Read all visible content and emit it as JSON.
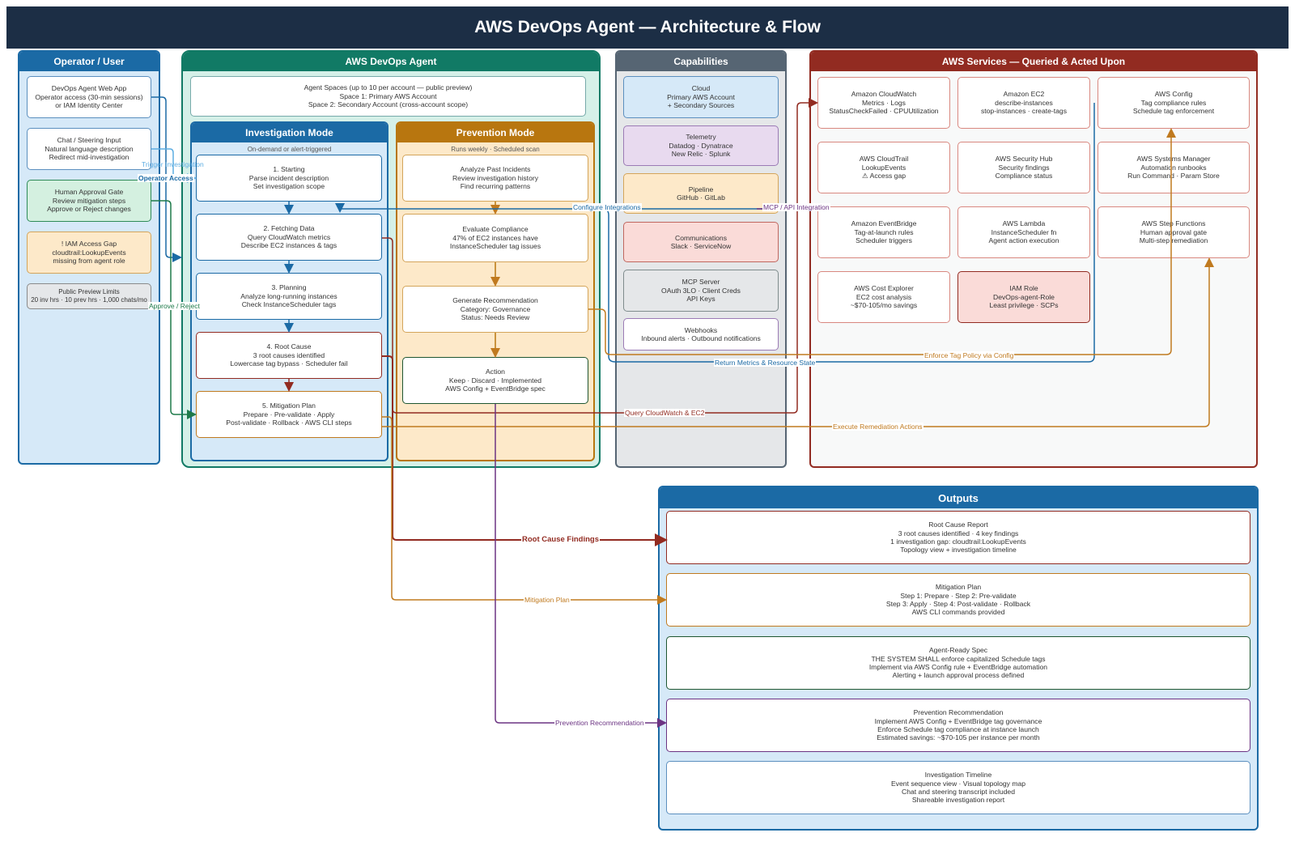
{
  "title": "AWS DevOps Agent — Architecture & Flow",
  "colors": {
    "navy": "#1c2e45",
    "operator_blue": "#1b6aa5",
    "agent_green": "#117a65",
    "prevention_orange": "#b8760f",
    "capabilities_gray": "#566573",
    "services_red": "#922b21",
    "purple": "#6c3483",
    "action_green": "#1e5631"
  },
  "operator": {
    "header": "Operator / User",
    "items": [
      {
        "lines": [
          "DevOps Agent Web App",
          "Operator access (30-min sessions)",
          "or IAM Identity Center"
        ]
      },
      {
        "lines": [
          "Chat / Steering Input",
          "Natural language description",
          "Redirect mid-investigation"
        ]
      },
      {
        "lines": [
          "Human Approval Gate",
          "Review mitigation steps",
          "Approve or Reject changes"
        ]
      },
      {
        "lines": [
          "! IAM Access Gap",
          "cloudtrail:LookupEvents",
          "missing from agent role"
        ]
      },
      {
        "lines": [
          "Public Preview Limits",
          "20 inv hrs · 10 prev hrs · 1,000 chats/mo"
        ]
      }
    ]
  },
  "agent": {
    "header": "AWS DevOps Agent",
    "spaces": {
      "lines": [
        "Agent Spaces (up to 10 per account — public preview)",
        "Space 1: Primary AWS Account",
        "Space 2: Secondary Account (cross-account scope)"
      ]
    },
    "investigation": {
      "header": "Investigation Mode",
      "caption": "On-demand or alert-triggered",
      "steps": [
        {
          "lines": [
            "1. Starting",
            "Parse incident description",
            "Set investigation scope"
          ]
        },
        {
          "lines": [
            "2. Fetching Data",
            "Query CloudWatch metrics",
            "Describe EC2 instances & tags"
          ]
        },
        {
          "lines": [
            "3. Planning",
            "Analyze long-running instances",
            "Check InstanceScheduler tags"
          ]
        },
        {
          "lines": [
            "4. Root Cause",
            "3 root causes identified",
            "Lowercase tag bypass · Scheduler fail"
          ]
        },
        {
          "lines": [
            "5. Mitigation Plan",
            "Prepare · Pre-validate · Apply",
            "Post-validate · Rollback · AWS CLI steps"
          ]
        }
      ]
    },
    "prevention": {
      "header": "Prevention Mode",
      "caption": "Runs weekly · Scheduled scan",
      "steps": [
        {
          "lines": [
            "Analyze Past Incidents",
            "Review investigation history",
            "Find recurring patterns"
          ]
        },
        {
          "lines": [
            "Evaluate Compliance",
            "47% of EC2 instances have",
            "InstanceScheduler tag issues"
          ]
        },
        {
          "lines": [
            "Generate Recommendation",
            "Category: Governance",
            "Status: Needs Review"
          ]
        },
        {
          "lines": [
            "Action",
            "Keep · Discard · Implemented",
            "AWS Config + EventBridge spec"
          ]
        }
      ]
    }
  },
  "capabilities": {
    "header": "Capabilities",
    "items": [
      {
        "lines": [
          "Cloud",
          "Primary AWS Account",
          "+ Secondary Sources"
        ]
      },
      {
        "lines": [
          "Telemetry",
          "Datadog · Dynatrace",
          "New Relic · Splunk"
        ]
      },
      {
        "lines": [
          "Pipeline",
          "GitHub · GitLab"
        ]
      },
      {
        "lines": [
          "Communications",
          "Slack · ServiceNow"
        ]
      },
      {
        "lines": [
          "MCP Server",
          "OAuth 3LO · Client Creds",
          "API Keys"
        ]
      },
      {
        "lines": [
          "Webhooks",
          "Inbound alerts · Outbound notifications"
        ]
      }
    ]
  },
  "services": {
    "header": "AWS Services — Queried & Acted Upon",
    "items": [
      {
        "lines": [
          "Amazon CloudWatch",
          "Metrics · Logs",
          "StatusCheckFailed · CPUUtilization"
        ]
      },
      {
        "lines": [
          "Amazon EC2",
          "describe-instances",
          "stop-instances · create-tags"
        ]
      },
      {
        "lines": [
          "AWS Config",
          "Tag compliance rules",
          "Schedule tag enforcement"
        ]
      },
      {
        "lines": [
          "AWS CloudTrail",
          "LookupEvents",
          "⚠ Access gap"
        ]
      },
      {
        "lines": [
          "AWS Security Hub",
          "Security findings",
          "Compliance status"
        ]
      },
      {
        "lines": [
          "AWS Systems Manager",
          "Automation runbooks",
          "Run Command · Param Store"
        ]
      },
      {
        "lines": [
          "Amazon EventBridge",
          "Tag-at-launch rules",
          "Scheduler triggers"
        ]
      },
      {
        "lines": [
          "AWS Lambda",
          "InstanceScheduler fn",
          "Agent action execution"
        ]
      },
      {
        "lines": [
          "AWS Step Functions",
          "Human approval gate",
          "Multi-step remediation"
        ]
      },
      {
        "lines": [
          "AWS Cost Explorer",
          "EC2 cost analysis",
          "~$70-105/mo savings"
        ]
      },
      {
        "lines": [
          "IAM Role",
          "DevOps-agent-Role",
          "Least privilege · SCPs"
        ]
      }
    ]
  },
  "outputs": {
    "header": "Outputs",
    "items": [
      {
        "lines": [
          "Root Cause Report",
          "3 root causes identified · 4 key findings",
          "1 investigation gap: cloudtrail:LookupEvents",
          "Topology view + investigation timeline"
        ]
      },
      {
        "lines": [
          "Mitigation Plan",
          "Step 1: Prepare · Step 2: Pre-validate",
          "Step 3: Apply · Step 4: Post-validate · Rollback",
          "AWS CLI commands provided"
        ]
      },
      {
        "lines": [
          "Agent-Ready Spec",
          "THE SYSTEM SHALL enforce capitalized Schedule tags",
          "Implement via AWS Config rule + EventBridge automation",
          "Alerting + launch approval process defined"
        ]
      },
      {
        "lines": [
          "Prevention Recommendation",
          "Implement AWS Config + EventBridge tag governance",
          "Enforce Schedule tag compliance at instance launch",
          "Estimated savings: ~$70-105 per instance per month"
        ]
      },
      {
        "lines": [
          "Investigation Timeline",
          "Event sequence view · Visual topology map",
          "Chat and steering transcript included",
          "Shareable investigation report"
        ]
      }
    ]
  },
  "edges": {
    "trigger_investigation": "Trigger Investigation",
    "operator_access": "Operator Access",
    "approve_reject": "Approve / Reject",
    "configure_integrations": "Configure Integrations",
    "mcp_api": "MCP / API Integration",
    "enforce_tag_policy": "Enforce Tag Policy via Config",
    "return_metrics": "Return Metrics & Resource State",
    "query_cloudwatch": "Query CloudWatch & EC2",
    "execute_remediation": "Execute Remediation Actions",
    "root_cause_findings": "Root Cause Findings",
    "mitigation_plan": "Mitigation Plan",
    "prevention_recommendation": "Prevention Recommendation"
  }
}
